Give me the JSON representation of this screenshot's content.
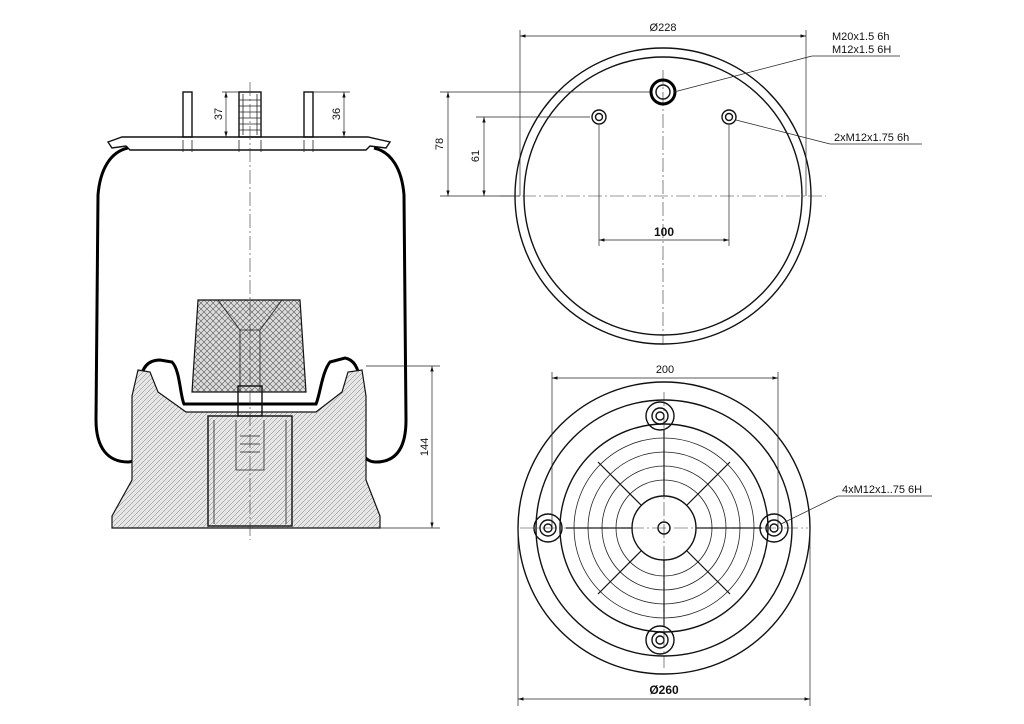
{
  "side_view": {
    "dims": {
      "stud_height_left": "37",
      "stud_height_right": "36",
      "top_height_78": "78",
      "top_height_61": "61",
      "piston_height": "144"
    }
  },
  "top_view": {
    "diameter_label": "Ø228",
    "spacing_label": "100",
    "callout_center_line1": "M20x1.5 6h",
    "callout_center_line2": "M12x1.5 6H",
    "callout_studs": "2xM12x1.75 6h"
  },
  "bottom_view": {
    "width_label": "200",
    "diameter_label": "Ø260",
    "callout_holes": "4xM12x1..75 6H"
  }
}
